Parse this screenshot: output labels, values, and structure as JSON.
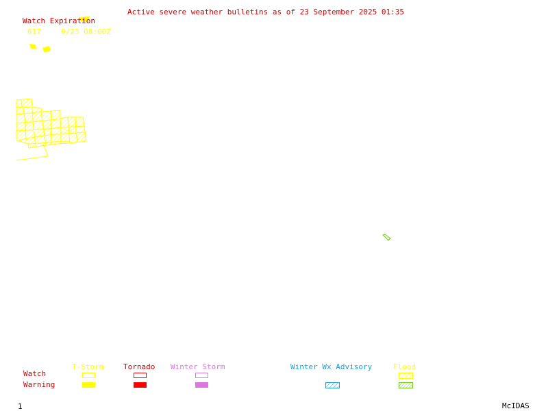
{
  "title": "Active severe weather bulletins as of 23 September 2025 01:35",
  "watch_expiration": {
    "label": "Watch Expiration",
    "entries": [
      {
        "id": "617",
        "expires": "9/23 08:00Z"
      }
    ]
  },
  "legend": {
    "row_labels": {
      "watch": "Watch",
      "warning": "Warning"
    },
    "categories": [
      {
        "label": "T-Storm",
        "color": "#ffff00",
        "watch_style": "outline",
        "warning_style": "filled"
      },
      {
        "label": "Tornado",
        "color": "#ff0000",
        "watch_style": "outline",
        "warning_style": "filled"
      },
      {
        "label": "Winter Storm",
        "color": "#dd77dd",
        "watch_style": "outline",
        "warning_style": "filled"
      },
      {
        "label": "Winter Wx Advisory",
        "color": "#1a9fd6",
        "warning_style": "hatched"
      },
      {
        "label": "Flood",
        "color": "#77cc22",
        "watch_style": "hatched",
        "warning_style": "hatched"
      }
    ]
  },
  "colors": {
    "title": "#cc0000",
    "watch_text": "#ffff00",
    "tstorm": "#ffff00",
    "flood": "#77cc22",
    "background": "#ffffff"
  },
  "footer": {
    "frame_number": "1",
    "software": "McIDAS"
  }
}
